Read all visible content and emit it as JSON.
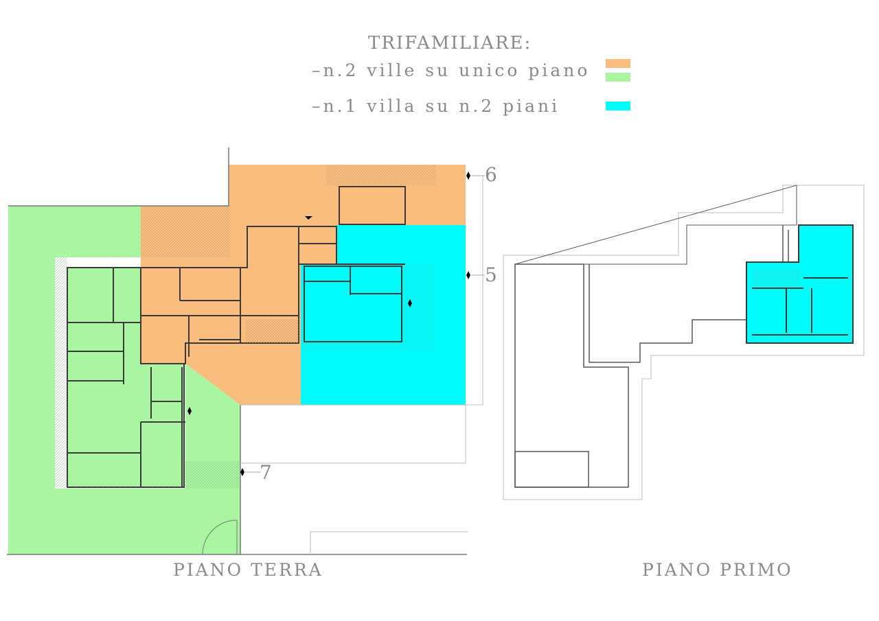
{
  "legend": {
    "title": "TRIFAMILIARE:",
    "items": [
      {
        "text": "–n.2 ville su unico piano",
        "colors": [
          "#f9bd7e",
          "#a9f5a2"
        ]
      },
      {
        "text": "–n.1 villa su n.2 piani",
        "colors": [
          "#00fbfb"
        ]
      }
    ]
  },
  "floors": {
    "ground": "PIANO TERRA",
    "first": "PIANO PRIMO"
  },
  "section_marks": [
    "6",
    "5",
    "7"
  ],
  "colors": {
    "orange": "#f9bd7e",
    "green": "#a9f5a2",
    "cyan": "#00fbfb",
    "wall": "#3a3a3a",
    "line": "#9a9a9a"
  }
}
